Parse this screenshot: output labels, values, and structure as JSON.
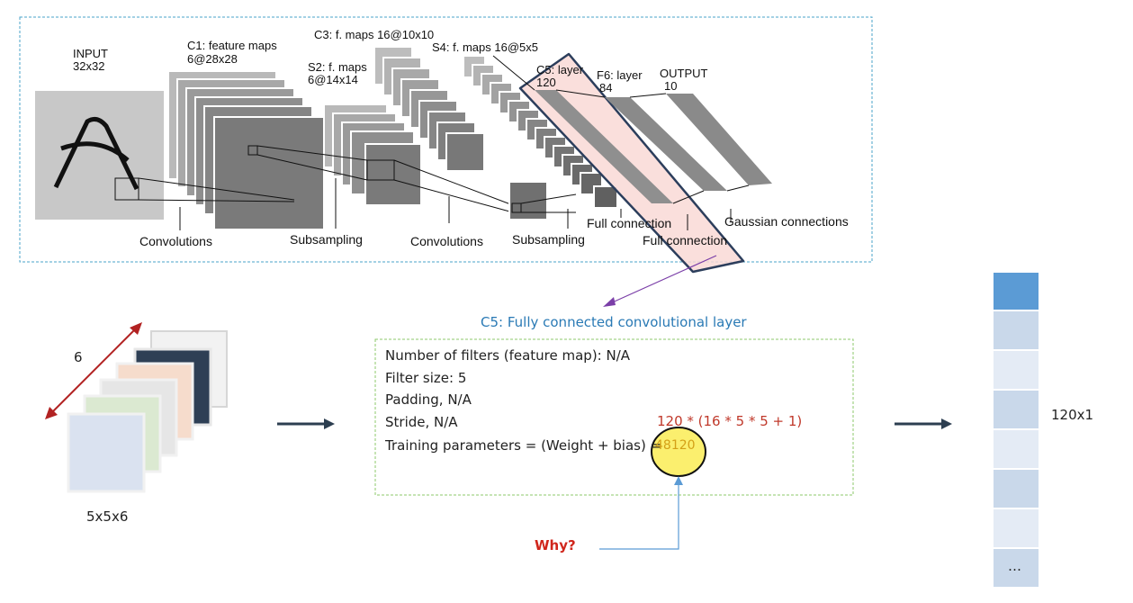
{
  "network": {
    "input_label": "INPUT",
    "input_size": "32x32",
    "c1_label": "C1: feature maps",
    "c1_size": "6@28x28",
    "s2_label": "S2: f. maps",
    "s2_size": "6@14x14",
    "c3_label": "C3: f. maps 16@10x10",
    "s4_label": "S4: f. maps 16@5x5",
    "c5_label": "C5: layer",
    "c5_size": "120",
    "f6_label": "F6: layer",
    "f6_size": "84",
    "output_label": "OUTPUT",
    "output_size": "10",
    "captions": {
      "convolutions_1": "Convolutions",
      "subsampling_1": "Subsampling",
      "convolutions_2": "Convolutions",
      "subsampling_2": "Subsampling",
      "full_connection_1": "Full connection",
      "full_connection_2": "Full connection",
      "gaussian": "Gaussian connections"
    }
  },
  "c5_panel": {
    "title": "C5: Fully connected convolutional layer",
    "lines": [
      "Number of filters (feature map): N/A",
      "Filter size: 5",
      "Padding, N/A",
      "Stride, N/A",
      "Training parameters = (Weight + bias) ="
    ],
    "formula": "120 * (16 * 5 * 5 + 1)",
    "result": "48120",
    "question": "Why?"
  },
  "input_stack": {
    "depth_label": "6",
    "size_label": "5x5x6"
  },
  "output_vector": {
    "size_label": "120x1",
    "ellipsis": "…"
  },
  "colors": {
    "highlight_box": "#2c3e5c",
    "highlight_fill": "#f9d9d6",
    "dashed_border_top": "#4aa3c8",
    "dashed_border_panel": "#8cc96b",
    "arrow_dark": "#2c3e50",
    "arrow_purple": "#7b3fa8",
    "circle_fill": "#fbef6e",
    "callout_line": "#5b9bd5",
    "depth_arrow": "#b22222",
    "vector_top": "#5b9bd5",
    "vector_mid": "#c9d8ea",
    "vector_light": "#e4ebf5"
  }
}
